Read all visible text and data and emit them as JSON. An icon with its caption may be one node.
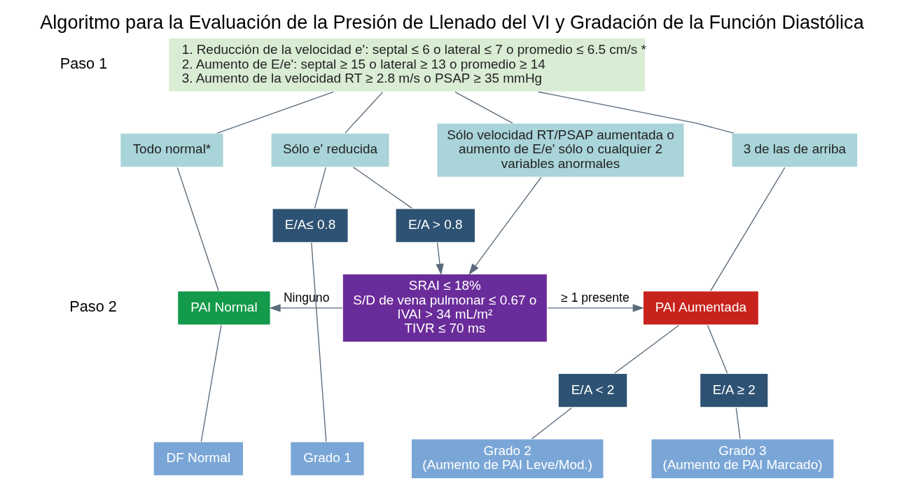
{
  "diagram": {
    "title": "Algoritmo para la Evaluación de la Presión de Llenado del VI y Gradación de la Función Diastólica",
    "nodes": [
      {
        "text": [
          "1. Reducción de la velocidad e': septal ≤ 6 o lateral ≤ 7 o promedio ≤ 6.5 cm/s *",
          "2. Aumento de E/e': septal ≥ 15 o lateral ≥ 13 o promedio ≥ 14",
          "3. Aumento de la velocidad RT ≥ 2.8 m/s o PSAP ≥ 35 mmHg"
        ]
      },
      {
        "text": [
          "Todo normal*"
        ]
      },
      {
        "text": [
          "Sólo e' reducida"
        ]
      },
      {
        "text": [
          "Sólo velocidad RT/PSAP aumentada o aumento de E/e' sólo o cualquier 2 variables anormales"
        ]
      },
      {
        "text": [
          "3 de las de arriba"
        ]
      },
      {
        "text": [
          "E/A≤ 0.8"
        ]
      },
      {
        "text": [
          "E/A > 0.8"
        ]
      },
      {
        "text": [
          "SRAI ≤ 18%",
          "S/D de vena pulmonar ≤ 0.67 o",
          "IVAI > 34 mL/m²",
          "TIVR ≤ 70 ms"
        ]
      },
      {
        "text": [
          "PAI Normal"
        ]
      },
      {
        "text": [
          "PAI Aumentada"
        ]
      },
      {
        "text": [
          "E/A < 2"
        ]
      },
      {
        "text": [
          "E/A ≥ 2"
        ]
      },
      {
        "text": [
          "DF Normal"
        ]
      },
      {
        "text": [
          "Grado 1"
        ]
      },
      {
        "text": [
          "Grado 2",
          "(Aumento de PAI Leve/Mod.)"
        ]
      },
      {
        "text": [
          "Grado 3",
          "(Aumento de PAI Marcado)"
        ]
      }
    ],
    "edges": [
      {
        "from": 0,
        "to": 1,
        "arrow": "none"
      },
      {
        "from": 0,
        "to": 2,
        "arrow": "none"
      },
      {
        "from": 0,
        "to": 3,
        "arrow": "none"
      },
      {
        "from": 0,
        "to": 4,
        "arrow": "none"
      },
      {
        "from": 1,
        "to": 8,
        "arrow": "none"
      },
      {
        "from": 2,
        "to": 5,
        "arrow": "none"
      },
      {
        "from": 2,
        "to": 6,
        "arrow": "none"
      },
      {
        "from": 6,
        "to": 7,
        "arrow": "to"
      },
      {
        "from": 3,
        "to": 7,
        "arrow": "to"
      },
      {
        "from": 5,
        "to": 13,
        "arrow": "none"
      },
      {
        "from": 7,
        "to": 8,
        "label": "Ninguno",
        "arrow": "to"
      },
      {
        "from": 7,
        "to": 9,
        "label": "≥ 1 presente",
        "arrow": "to"
      },
      {
        "from": 4,
        "to": 9,
        "arrow": "none"
      },
      {
        "from": 8,
        "to": 12,
        "arrow": "none"
      },
      {
        "from": 9,
        "to": 10,
        "arrow": "none"
      },
      {
        "from": 9,
        "to": 11,
        "arrow": "none"
      },
      {
        "from": 10,
        "to": 14,
        "arrow": "none"
      },
      {
        "from": 11,
        "to": 15,
        "arrow": "none"
      }
    ],
    "labels": [
      "Paso 1",
      "Paso 2"
    ]
  }
}
